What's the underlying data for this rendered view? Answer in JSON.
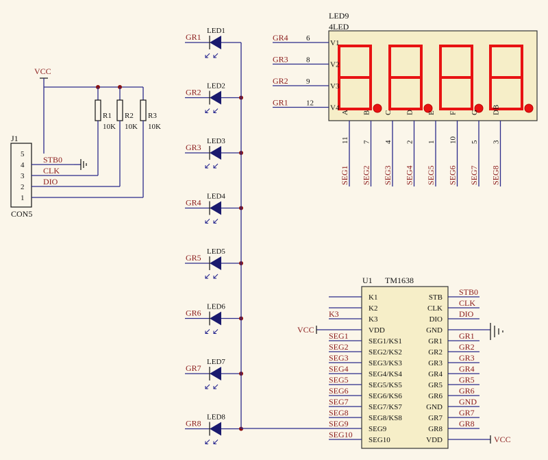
{
  "connector": {
    "ref": "J1",
    "name": "CON5",
    "pins": [
      {
        "num": "5",
        "net": ""
      },
      {
        "num": "4",
        "net": "STB0"
      },
      {
        "num": "3",
        "net": "CLK"
      },
      {
        "num": "2",
        "net": "DIO"
      },
      {
        "num": "1",
        "net": ""
      }
    ]
  },
  "vcc_label": "VCC",
  "resistors": [
    {
      "ref": "R1",
      "value": "10K"
    },
    {
      "ref": "R2",
      "value": "10K"
    },
    {
      "ref": "R3",
      "value": "10K"
    }
  ],
  "leds": [
    {
      "ref": "LED1",
      "net": "GR1"
    },
    {
      "ref": "LED2",
      "net": "GR2"
    },
    {
      "ref": "LED3",
      "net": "GR3"
    },
    {
      "ref": "LED4",
      "net": "GR4"
    },
    {
      "ref": "LED5",
      "net": "GR5"
    },
    {
      "ref": "LED6",
      "net": "GR6"
    },
    {
      "ref": "LED7",
      "net": "GR7"
    },
    {
      "ref": "LED8",
      "net": "GR8"
    }
  ],
  "display": {
    "ref": "LED9",
    "type": "4LED",
    "digit_pins": [
      {
        "net": "GR4",
        "pin": "6",
        "name": "V1"
      },
      {
        "net": "GR3",
        "pin": "8",
        "name": "V2"
      },
      {
        "net": "GR2",
        "pin": "9",
        "name": "V3"
      },
      {
        "net": "GR1",
        "pin": "12",
        "name": "V4"
      }
    ],
    "segment_pins": [
      {
        "name": "A",
        "pin": "11",
        "net": "SEG1"
      },
      {
        "name": "B",
        "pin": "7",
        "net": "SEG2"
      },
      {
        "name": "C",
        "pin": "4",
        "net": "SEG3"
      },
      {
        "name": "D",
        "pin": "2",
        "net": "SEG4"
      },
      {
        "name": "E",
        "pin": "1",
        "net": "SEG5"
      },
      {
        "name": "F",
        "pin": "10",
        "net": "SEG6"
      },
      {
        "name": "G",
        "pin": "5",
        "net": "SEG7"
      },
      {
        "name": "DB",
        "pin": "3",
        "net": "SEG8"
      }
    ]
  },
  "ic": {
    "ref": "U1",
    "part": "TM1638",
    "left_pins": [
      {
        "name": "K1",
        "net": ""
      },
      {
        "name": "K2",
        "net": ""
      },
      {
        "name": "K3",
        "net": "K3"
      },
      {
        "name": "VDD",
        "net": "VCC"
      },
      {
        "name": "SEG1/KS1",
        "net": "SEG1"
      },
      {
        "name": "SEG2/KS2",
        "net": "SEG2"
      },
      {
        "name": "SEG3/KS3",
        "net": "SEG3"
      },
      {
        "name": "SEG4/KS4",
        "net": "SEG4"
      },
      {
        "name": "SEG5/KS5",
        "net": "SEG5"
      },
      {
        "name": "SEG6/KS6",
        "net": "SEG6"
      },
      {
        "name": "SEG7/KS7",
        "net": "SEG7"
      },
      {
        "name": "SEG8/KS8",
        "net": "SEG8"
      },
      {
        "name": "SEG9",
        "net": "SEG9"
      },
      {
        "name": "SEG10",
        "net": "SEG10"
      }
    ],
    "right_pins": [
      {
        "name": "STB",
        "net": "STB0"
      },
      {
        "name": "CLK",
        "net": "CLK"
      },
      {
        "name": "DIO",
        "net": "DIO"
      },
      {
        "name": "GND",
        "net": ""
      },
      {
        "name": "GR1",
        "net": "GR1"
      },
      {
        "name": "GR2",
        "net": "GR2"
      },
      {
        "name": "GR3",
        "net": "GR3"
      },
      {
        "name": "GR4",
        "net": "GR4"
      },
      {
        "name": "GR5",
        "net": "GR5"
      },
      {
        "name": "GR6",
        "net": "GR6"
      },
      {
        "name": "GND",
        "net": "GND"
      },
      {
        "name": "GR7",
        "net": "GR7"
      },
      {
        "name": "GR8",
        "net": "GR8"
      },
      {
        "name": "VDD",
        "net": "VCC"
      }
    ]
  }
}
